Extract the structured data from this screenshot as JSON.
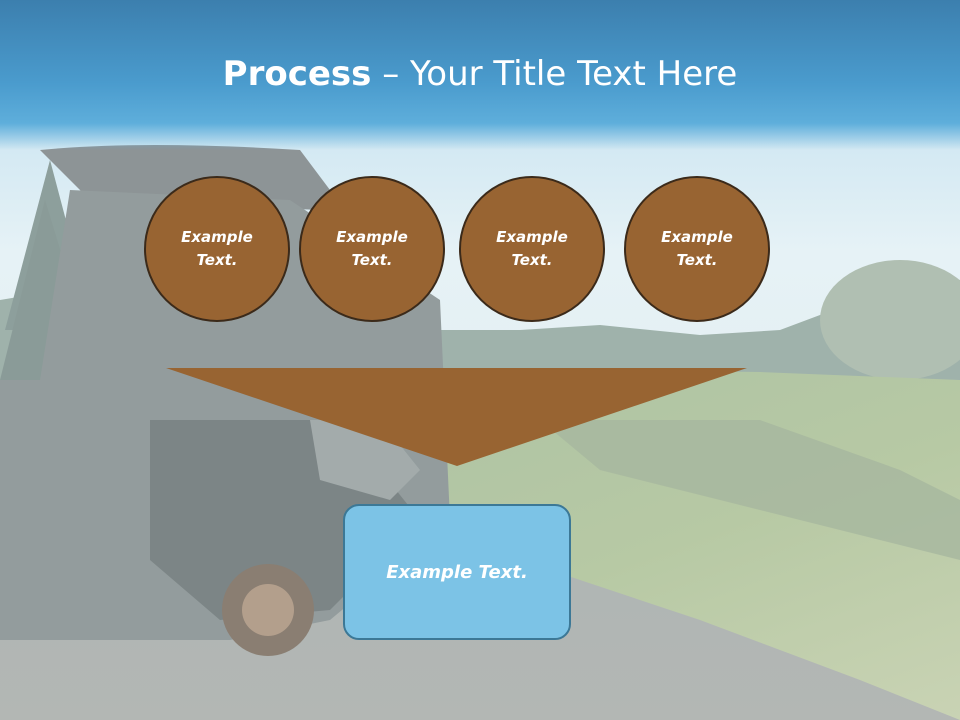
{
  "slide": {
    "title_bold": "Process",
    "title_dash": " – ",
    "title_rest": "Your Title Text Here"
  },
  "process_steps": [
    {
      "label": "Example Text."
    },
    {
      "label": "Example Text."
    },
    {
      "label": "Example Text."
    },
    {
      "label": "Example Text."
    }
  ],
  "result": {
    "label": "Example Text."
  },
  "colors": {
    "header_blue": "#4a9bcd",
    "step_brown": "#986432",
    "funnel_brown": "#986432",
    "result_blue": "#7cc3e6"
  }
}
